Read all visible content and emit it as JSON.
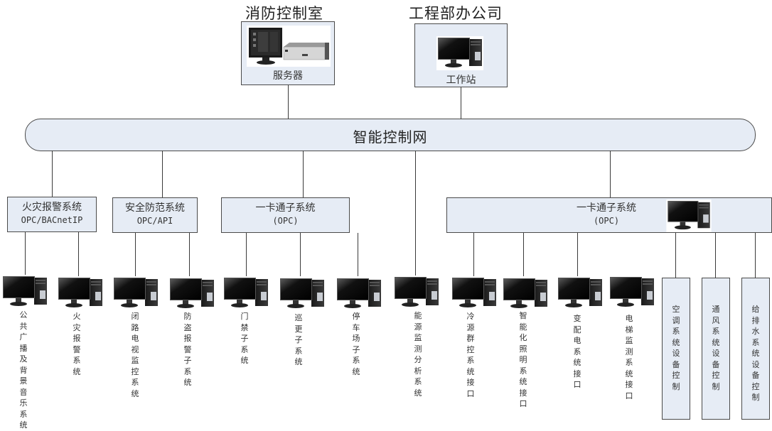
{
  "top_nodes": [
    {
      "room": "消防控制室",
      "device": "服务器",
      "device_type": "server-icon"
    },
    {
      "room": "工程部办公司",
      "device": "工作站",
      "device_type": "workstation-icon"
    }
  ],
  "bus": {
    "label": "智能控制网"
  },
  "subsystems": [
    {
      "name": "火灾报警系统",
      "protocol": "OPC/BACnetIP"
    },
    {
      "name": "安全防范系统",
      "protocol": "OPC/API"
    },
    {
      "name": "一卡通子系统",
      "protocol": "(OPC)"
    },
    {
      "name": "一卡通子系统",
      "protocol": "(OPC)"
    }
  ],
  "endpoints": [
    {
      "label": "公共广播及背景音乐系统",
      "group": "火灾报警系统"
    },
    {
      "label": "火灾报警系统",
      "group": "火灾报警系统"
    },
    {
      "label": "闭路电视监控系统",
      "group": "安全防范系统"
    },
    {
      "label": "防盗报警子系统",
      "group": "安全防范系统"
    },
    {
      "label": "门禁子系统",
      "group": "一卡通子系统"
    },
    {
      "label": "巡更子系统",
      "group": "一卡通子系统"
    },
    {
      "label": "停车场子系统",
      "group": "一卡通子系统"
    },
    {
      "label": "能源监测分析系统",
      "group": "智能控制网"
    },
    {
      "label": "冷源群控系统接口",
      "group": "一卡通子系统 (right)"
    },
    {
      "label": "智能化照明系统接口",
      "group": "一卡通子系统 (right)"
    },
    {
      "label": "变配电系统接口",
      "group": "一卡通子系统 (right)"
    },
    {
      "label": "电梯监测系统接口",
      "group": "一卡通子系统 (right)"
    }
  ],
  "control_boxes": [
    {
      "label": "空调系统设备控制"
    },
    {
      "label": "通风系统设备控制"
    },
    {
      "label": "给排水系统设备控制"
    }
  ]
}
